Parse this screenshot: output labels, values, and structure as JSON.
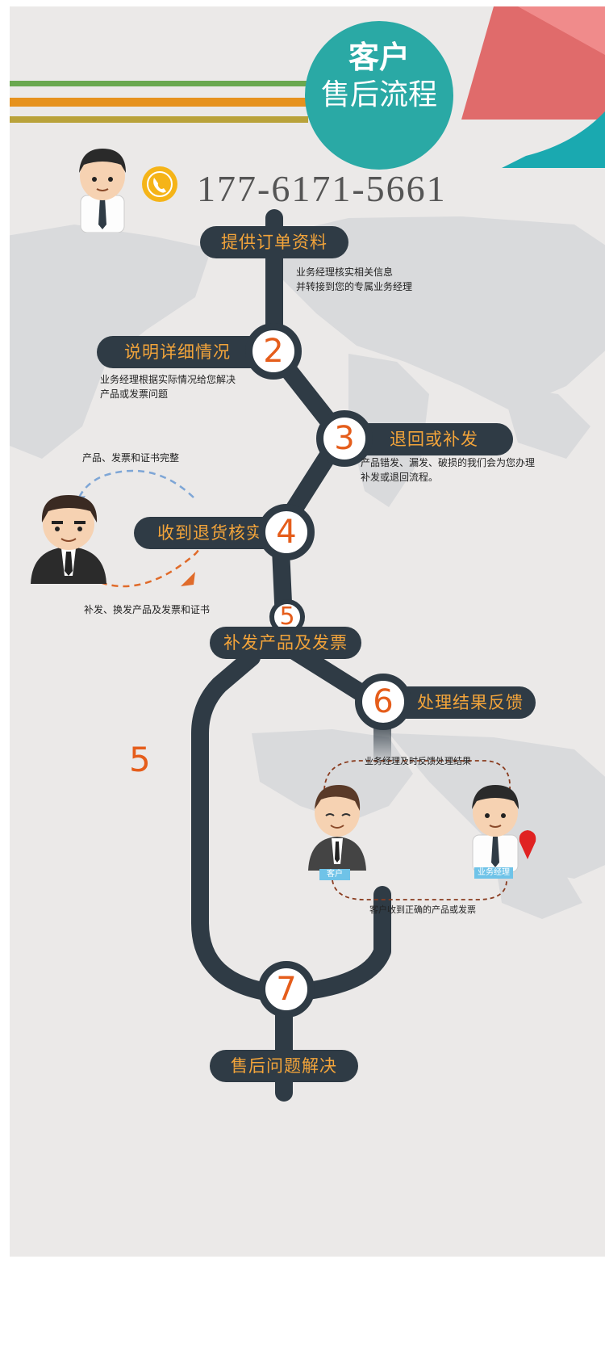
{
  "title": {
    "line1": "客户",
    "line2": "售后流程"
  },
  "phone": "177-6171-5661",
  "steps": [
    {
      "label": "提供订单资料",
      "note1": "业务经理核实相关信息",
      "note2": "并转接到您的专属业务经理"
    },
    {
      "number": "2",
      "label": "说明详细情况",
      "note1": "业务经理根据实际情况给您解决",
      "note2": "产品或发票问题"
    },
    {
      "number": "3",
      "label": "退回或补发",
      "note1": "产品错发、漏发、破损的我们会为您办理",
      "note2": "补发或退回流程。"
    },
    {
      "number": "4",
      "label": "收到退货核实"
    },
    {
      "number": "5",
      "label": "补发产品及发票"
    },
    {
      "number": "6",
      "label": "处理结果反馈"
    },
    {
      "number": "7",
      "label": "售后问题解决"
    }
  ],
  "loop_top": "产品、发票和证书完整",
  "loop_bottom": "补发、换发产品及发票和证书",
  "stray_number": "5",
  "feedback": {
    "top": "业务经理及时反馈处理结果",
    "bottom": "客户收到正确的产品或发票",
    "customer_tag": "客户",
    "manager_tag": "业务经理"
  },
  "colors": {
    "path": "#2f3b45",
    "accent_orange": "#e55d1b",
    "label_gold": "#f3a43a",
    "teal": "#2aa9a5",
    "coral": "#e06b6b"
  }
}
